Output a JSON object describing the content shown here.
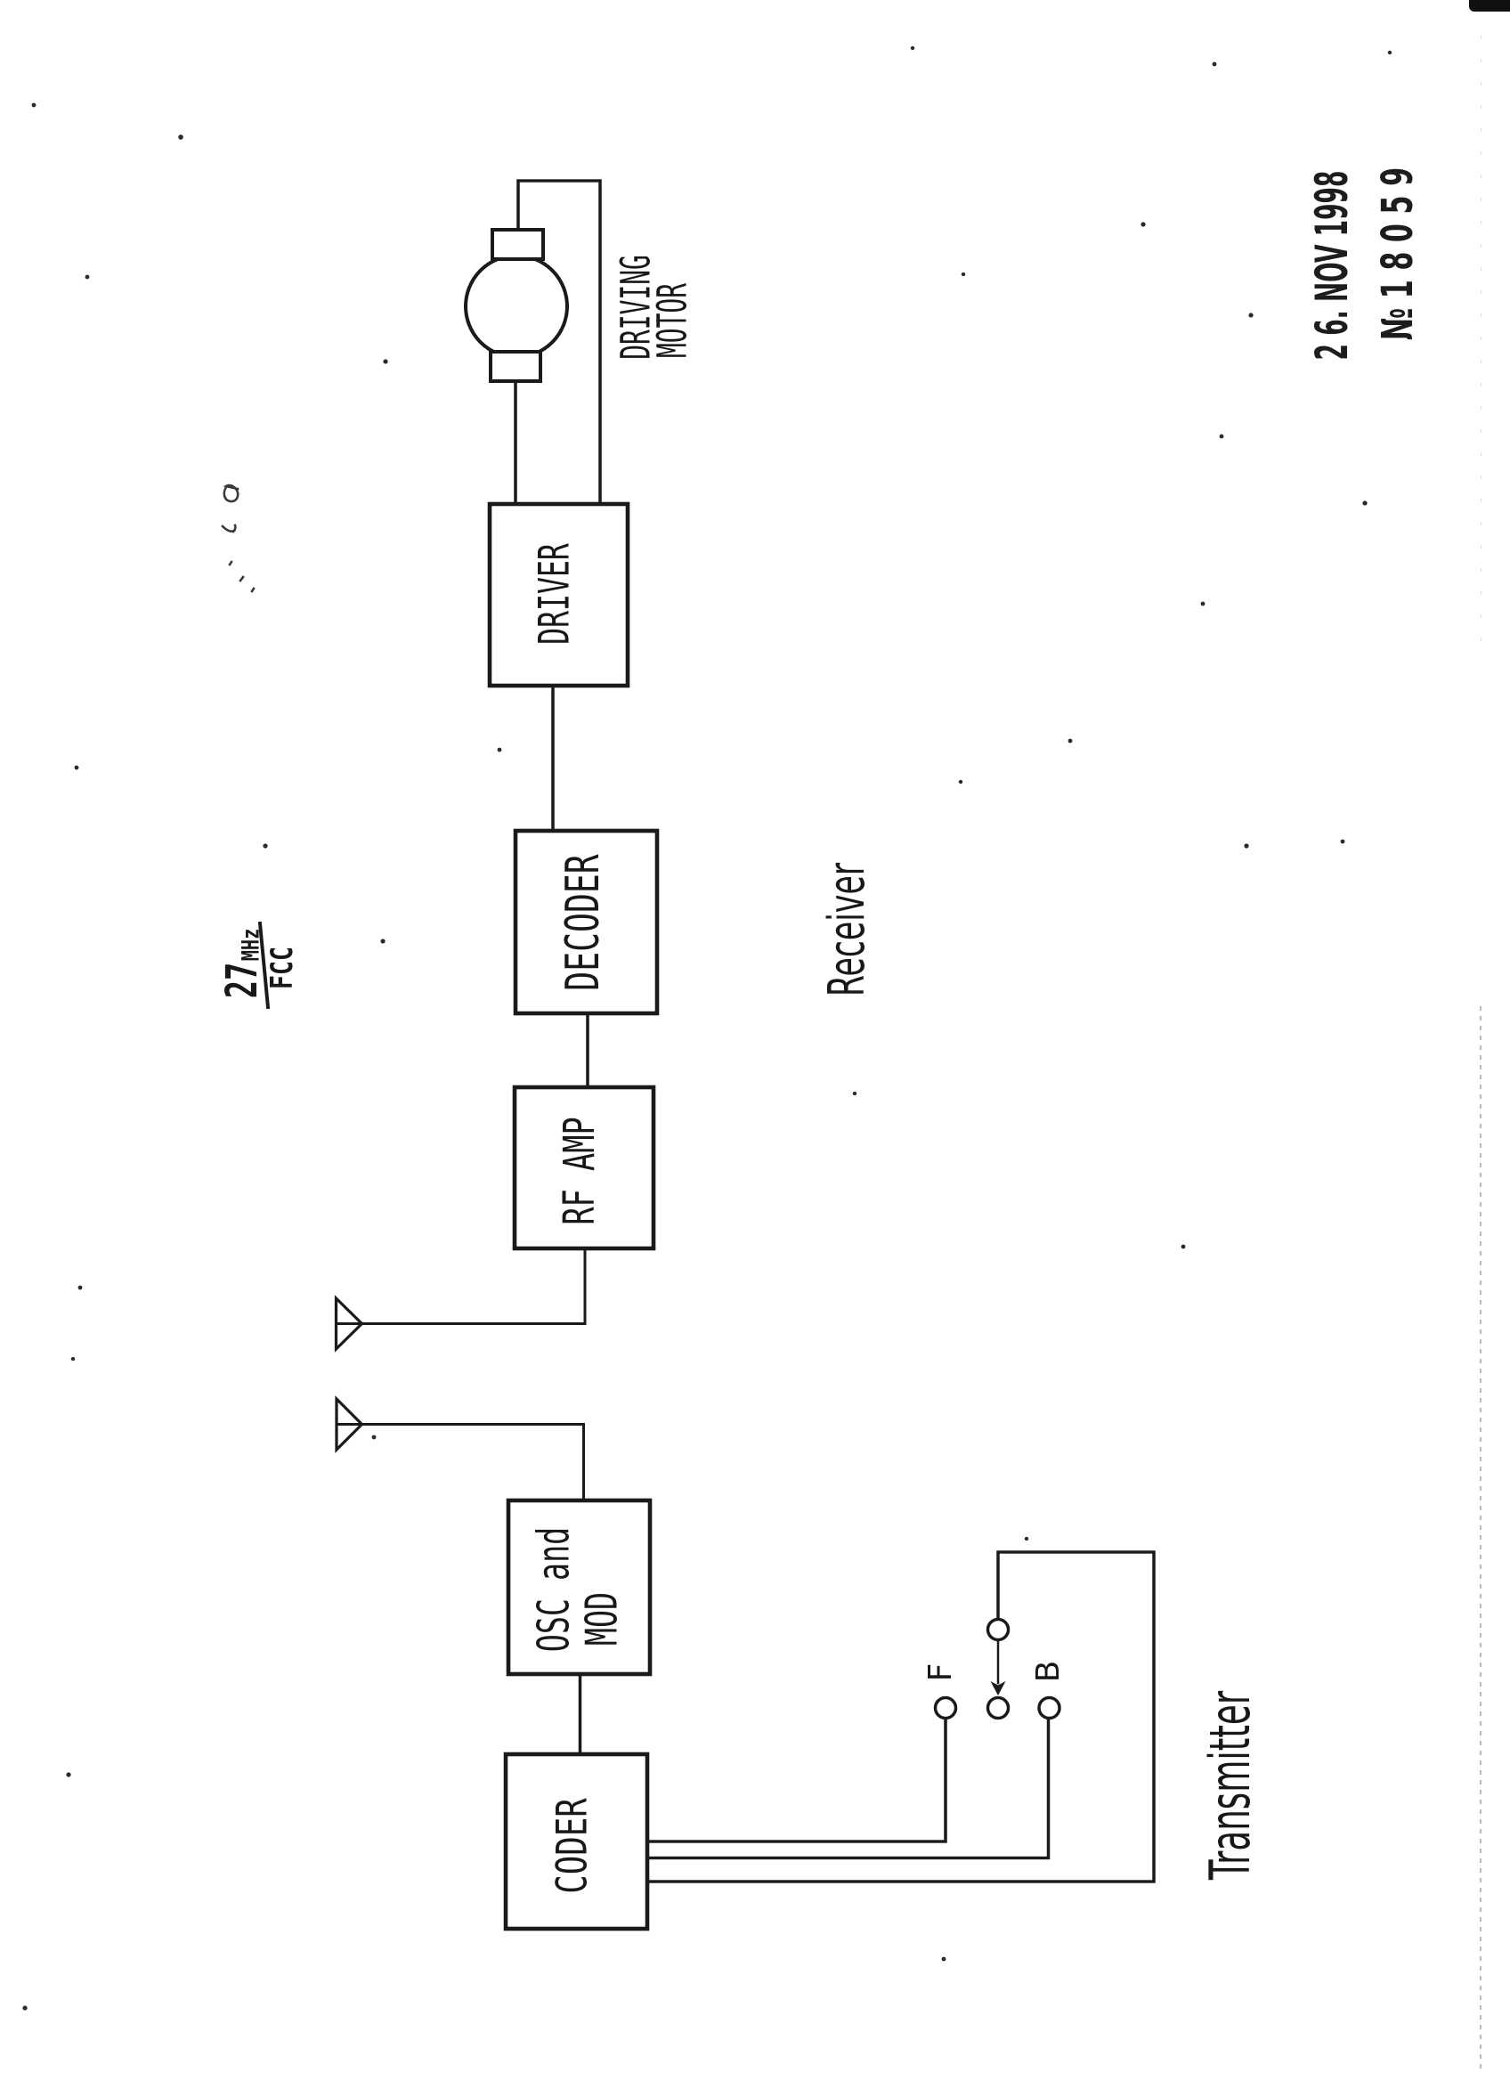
{
  "page": {
    "kind": "scanned patent-style block diagram, landscape drawing rotated 90 degrees CCW on a portrait sheet",
    "background": "#ffffff",
    "ink": "#1a1a1a"
  },
  "stamps": {
    "received_date": "2 6. NOV 1998",
    "serial_number": "№ 1 8 0 5 9"
  },
  "radio_link_label": {
    "frequency": "27",
    "unit": "MHz",
    "regulator": "FCC"
  },
  "transmitter": {
    "section_label": "Transmitter",
    "coder_block": "CODER",
    "osc_mod_block_line1": "OSC and",
    "osc_mod_block_line2": "MOD",
    "switch": {
      "forward_contact": "F",
      "backward_contact": "B"
    }
  },
  "receiver": {
    "section_label": "Receiver",
    "rf_amp_block": "RF AMP",
    "decoder_block": "DECODER",
    "driver_block": "DRIVER",
    "motor_label_line1": "DRIVING",
    "motor_label_line2": "MOTOR"
  }
}
